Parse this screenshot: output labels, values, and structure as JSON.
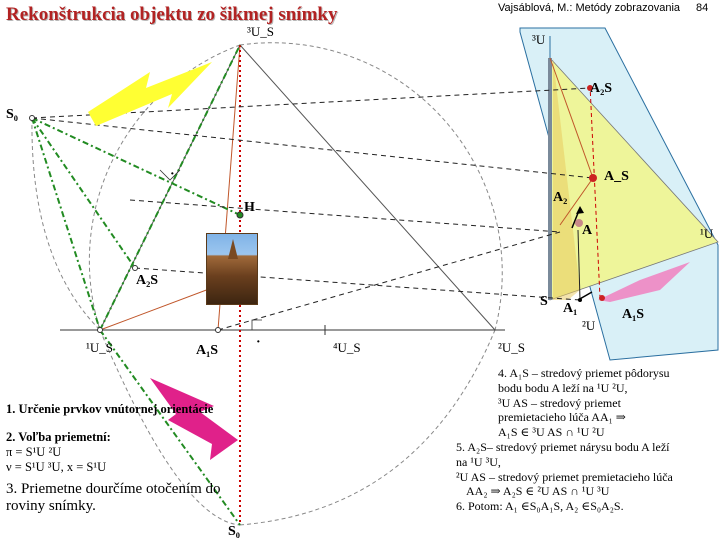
{
  "header": {
    "title": "Rekonštrukcia objektu zo šikmej snímky",
    "credit": "Vajsáblová, M.: Metódy zobrazovania",
    "page": "84"
  },
  "labels": {
    "top_3us": "³U_S",
    "top_3u": "³U",
    "a2s_right": "A₂S",
    "s0": "S₀",
    "as": "A_S",
    "a2": "A₂",
    "h": "H",
    "a": "A",
    "u1_right": "¹U",
    "a2s_left": "A₂S",
    "s": "S",
    "a1": "A₁",
    "a1s_right": "A₁S",
    "u2": "²U",
    "u1s": "¹U_S",
    "a1s_left": "A₁S",
    "u4s": "⁴U_S",
    "u2s": "²U_S",
    "s0_bottom": "S₀",
    "dot_mark_1": "·",
    "dot_mark_2": "·"
  },
  "steps": {
    "step1": "1. Určenie prvkov vnútornej orientácie",
    "step2_title": "2. Voľba priemetní:",
    "step2_line1": "π = S¹U ²U",
    "step2_line2": "ν = S¹U ³U, x = S¹U",
    "step3": "3. Priemetne dourčíme otočením do roviny snímky."
  },
  "notes": {
    "n4_a": "4. A₁S – stredový priemet pôdorysu",
    "n4_b": "bodu bodu A leží na ¹U ²U,",
    "n4_c": "³U AS – stredový priemet",
    "n4_d": "premietacieho lúča AA₁ ⇒",
    "n4_e": "A₁S ∈ ³U AS ∩ ¹U ²U",
    "n5_a": "5. A₂S– stredový priemet nárysu bodu A leží",
    "n5_b": "na ¹U ³U,",
    "n5_c": "²U AS – stredový priemet premietacieho lúča",
    "n5_d": "AA₂ ⇒ A₂S ∈ ²U AS ∩ ¹U ³U",
    "n6": "6. Potom: A₁ ∈S₀A₁S, A₂ ∈S₀A₂S."
  },
  "colors": {
    "title": "#b22222",
    "plane_fill": "#d9f0f7",
    "triangle_fill": "#eef59a",
    "green_dash": "#228b22",
    "red_dots": "#cc0000",
    "orange_line": "#c0562a",
    "lightning_yellow": "#ffff33",
    "lightning_magenta": "#e0218a",
    "pink_region": "#f080c0"
  },
  "icons": {
    "photo": "cathedral-photo",
    "lightning_1": "yellow-lightning-arrow",
    "lightning_2": "magenta-lightning-arrow"
  }
}
